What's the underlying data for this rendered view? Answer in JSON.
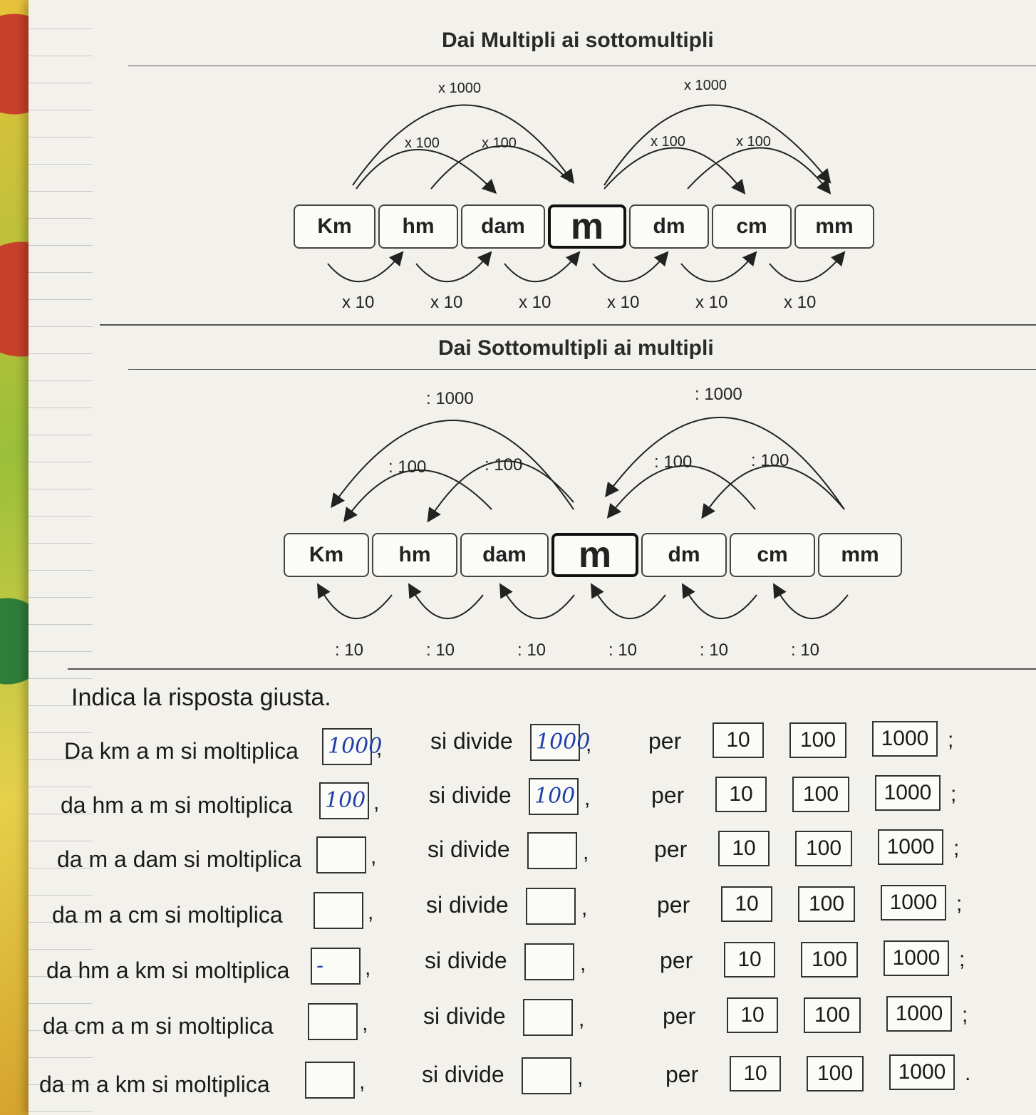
{
  "sections": [
    {
      "title": "Dai Multipli ai sottomultipli",
      "units": [
        "Km",
        "hm",
        "dam",
        "m",
        "dm",
        "cm",
        "mm"
      ],
      "big_arc_label": "x 1000",
      "mid_arc_label": "x 100",
      "step_label": "x 10"
    },
    {
      "title": "Dai Sottomultipli ai multipli",
      "units": [
        "Km",
        "hm",
        "dam",
        "m",
        "dm",
        "cm",
        "mm"
      ],
      "big_arc_label": ": 1000",
      "mid_arc_label": ": 100",
      "step_label": ": 10"
    }
  ],
  "instruction": "Indica la risposta giusta.",
  "labels": {
    "divide": "si divide",
    "per": "per"
  },
  "options": [
    "10",
    "100",
    "1000"
  ],
  "questions": [
    {
      "text": "Da km a m si moltiplica",
      "mult_answer": "1000",
      "div_answer": "1000",
      "end": ";"
    },
    {
      "text": "da hm a m si moltiplica",
      "mult_answer": "100",
      "div_answer": "100",
      "end": ";"
    },
    {
      "text": "da m a dam si moltiplica",
      "mult_answer": "",
      "div_answer": "",
      "end": ";"
    },
    {
      "text": "da m a cm si moltiplica",
      "mult_answer": "",
      "div_answer": "",
      "end": ";"
    },
    {
      "text": "da hm a km si moltiplica",
      "mult_answer": "-",
      "div_answer": "",
      "end": ";"
    },
    {
      "text": "da cm a m si moltiplica",
      "mult_answer": "",
      "div_answer": "",
      "end": ";"
    },
    {
      "text": "da m a km si moltiplica",
      "mult_answer": "",
      "div_answer": "",
      "end": "."
    }
  ]
}
